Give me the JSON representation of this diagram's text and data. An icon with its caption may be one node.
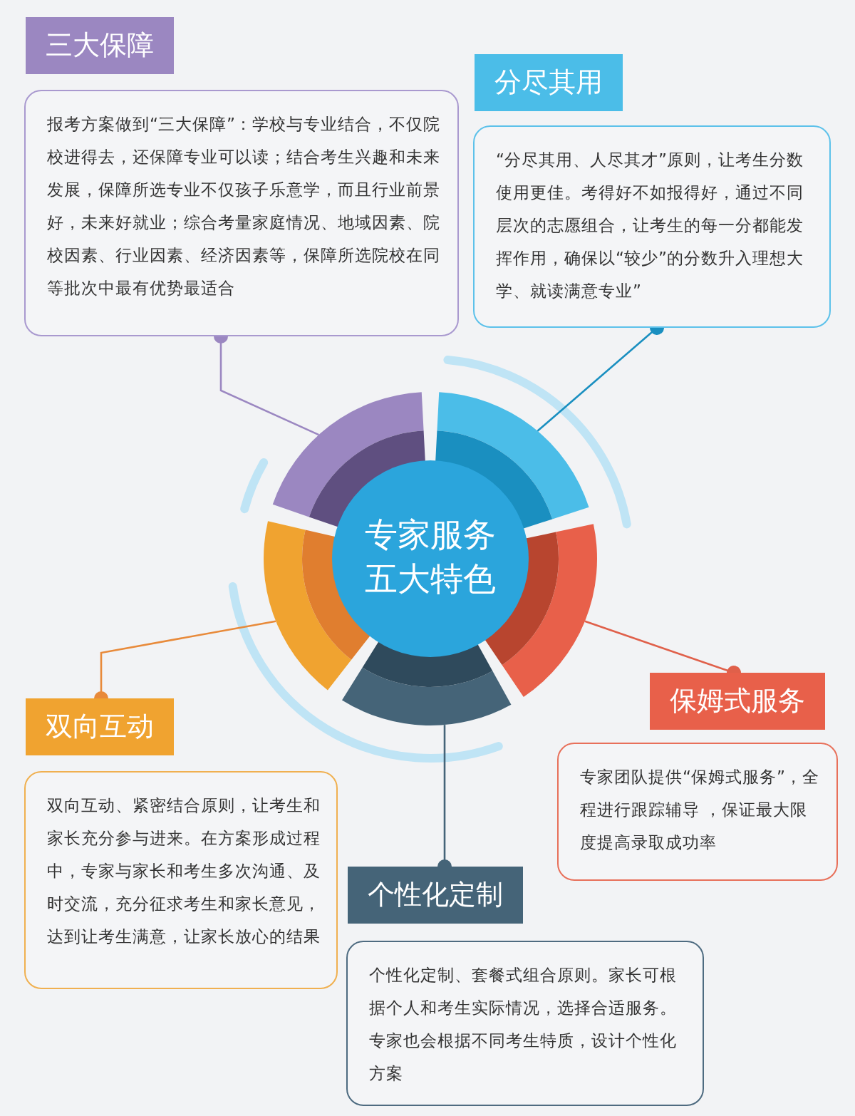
{
  "diagram": {
    "nodes": [
      {
        "text": [
          "三大保障"
        ]
      },
      {
        "text": [
          "报考方案做到“三大保障”：学校与专业结合，不仅院校进得去，还保障专业可以读；结合考生兴趣和未来发展，保障所选专业不仅孩子乐意学，而且行业前景好，未来好就业；综合考量家庭情况、地域因素、院校因素、行业因素、经济因素等，保障所选院校在同等批次中最有优势最适合"
        ]
      },
      {
        "text": [
          "分尽其用"
        ]
      },
      {
        "text": [
          "“分尽其用、人尽其才”原则，让考生分数使用更佳。考得好不如报得好，通过不同层次的志愿组合，让考生的每一分都能发挥作用，确保以“较少”的分数升入理想大学、就读满意专业”"
        ]
      },
      {
        "text": [
          "专家服务五大特色"
        ]
      },
      {
        "text": [
          "保姆式服务"
        ]
      },
      {
        "text": [
          "专家团队提供“保姆式服务”，全程进行跟踪辅导 ，保证最大限度提高录取成功率"
        ]
      },
      {
        "text": [
          "双向互动"
        ]
      },
      {
        "text": [
          "双向互动、紧密结合原则，让考生和家长充分参与进来。在方案形成过程中，专家与家长和考生多次沟通、及时交流，充分征求考生和家长意见，达到让考生满意，让家长放心的结果"
        ]
      },
      {
        "text": [
          "个性化定制"
        ]
      },
      {
        "text": [
          "个性化定制、套餐式组合原则。家长可根据个人和考生实际情况，选择合适服务。专家也会根据不同考生特质，设计个性化方案"
        ]
      },
      {
        "text": [],
        "shape": "arc"
      },
      {
        "text": [],
        "shape": "arc"
      },
      {
        "text": [],
        "shape": "arc"
      },
      {
        "text": [],
        "shape": "arc"
      },
      {
        "text": [],
        "shape": "arc"
      }
    ],
    "edges": [
      {
        "from": 1,
        "to": 11,
        "arrow": "other",
        "color": "#9b87c1"
      },
      {
        "from": 3,
        "to": 12,
        "arrow": "other",
        "color": "#1a8fc0"
      },
      {
        "from": 5,
        "to": 13,
        "arrow": "other",
        "color": "#e0604a"
      },
      {
        "from": 7,
        "to": 14,
        "arrow": "other",
        "color": "#e88a3a"
      },
      {
        "from": 9,
        "to": 15,
        "arrow": "other",
        "color": "#456478"
      }
    ]
  }
}
